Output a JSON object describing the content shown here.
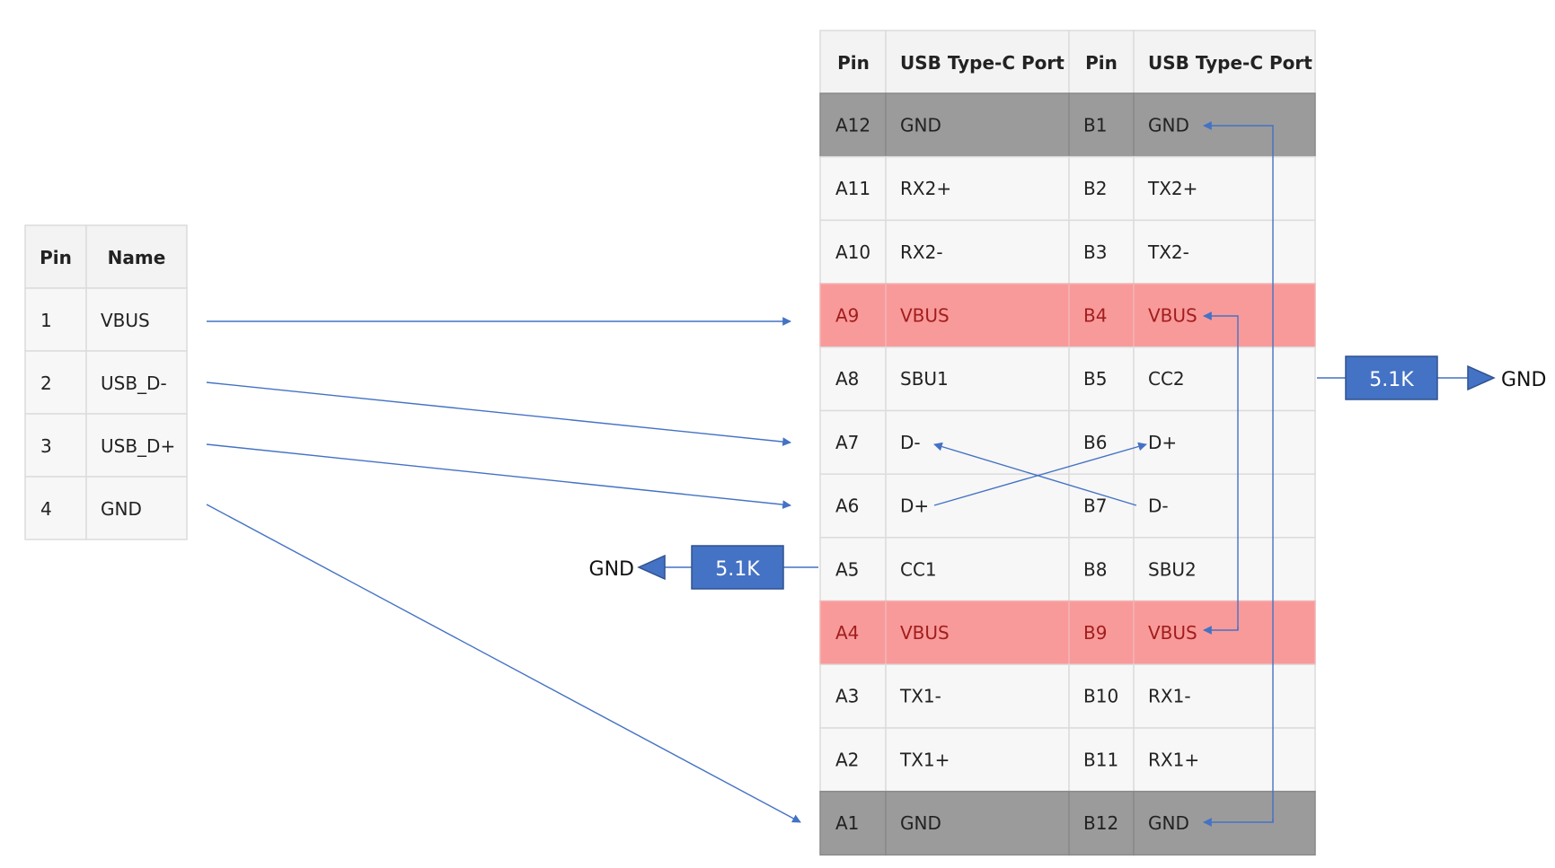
{
  "colors": {
    "header_bg": "#f3f3f3",
    "row_bg": "#f7f7f7",
    "border": "#dcdcdc",
    "gnd_row": "#9b9b9b",
    "vbus_row": "#f99a9a",
    "vbus_text": "#a11e1e",
    "text": "#222222",
    "wire": "#4472c4",
    "resistor_fill": "#4472c4",
    "resistor_stroke": "#2f528f",
    "resistor_text": "#ffffff"
  },
  "connector": {
    "headers": [
      "Pin",
      "Name"
    ],
    "rows": [
      {
        "pin": "1",
        "name": "VBUS"
      },
      {
        "pin": "2",
        "name": "USB_D-"
      },
      {
        "pin": "3",
        "name": "USB_D+"
      },
      {
        "pin": "4",
        "name": "GND"
      }
    ]
  },
  "usbc": {
    "headers": [
      "Pin",
      "USB Type-C Port",
      "Pin",
      "USB Type-C Port"
    ],
    "rows": [
      {
        "a_pin": "A12",
        "a_name": "GND",
        "b_pin": "B1",
        "b_name": "GND",
        "kind": "gnd"
      },
      {
        "a_pin": "A11",
        "a_name": "RX2+",
        "b_pin": "B2",
        "b_name": "TX2+",
        "kind": "normal"
      },
      {
        "a_pin": "A10",
        "a_name": "RX2-",
        "b_pin": "B3",
        "b_name": "TX2-",
        "kind": "normal"
      },
      {
        "a_pin": "A9",
        "a_name": "VBUS",
        "b_pin": "B4",
        "b_name": "VBUS",
        "kind": "vbus"
      },
      {
        "a_pin": "A8",
        "a_name": "SBU1",
        "b_pin": "B5",
        "b_name": "CC2",
        "kind": "normal"
      },
      {
        "a_pin": "A7",
        "a_name": "D-",
        "b_pin": "B6",
        "b_name": "D+",
        "kind": "normal"
      },
      {
        "a_pin": "A6",
        "a_name": "D+",
        "b_pin": "B7",
        "b_name": "D-",
        "kind": "normal"
      },
      {
        "a_pin": "A5",
        "a_name": "CC1",
        "b_pin": "B8",
        "b_name": "SBU2",
        "kind": "normal"
      },
      {
        "a_pin": "A4",
        "a_name": "VBUS",
        "b_pin": "B9",
        "b_name": "VBUS",
        "kind": "vbus"
      },
      {
        "a_pin": "A3",
        "a_name": "TX1-",
        "b_pin": "B10",
        "b_name": "RX1-",
        "kind": "normal"
      },
      {
        "a_pin": "A2",
        "a_name": "TX1+",
        "b_pin": "B11",
        "b_name": "RX1+",
        "kind": "normal"
      },
      {
        "a_pin": "A1",
        "a_name": "GND",
        "b_pin": "B12",
        "b_name": "GND",
        "kind": "gnd"
      }
    ]
  },
  "resistors": [
    {
      "label": "5.1K",
      "gnd_label": "GND",
      "side": "right"
    },
    {
      "label": "5.1K",
      "gnd_label": "GND",
      "side": "left"
    }
  ]
}
